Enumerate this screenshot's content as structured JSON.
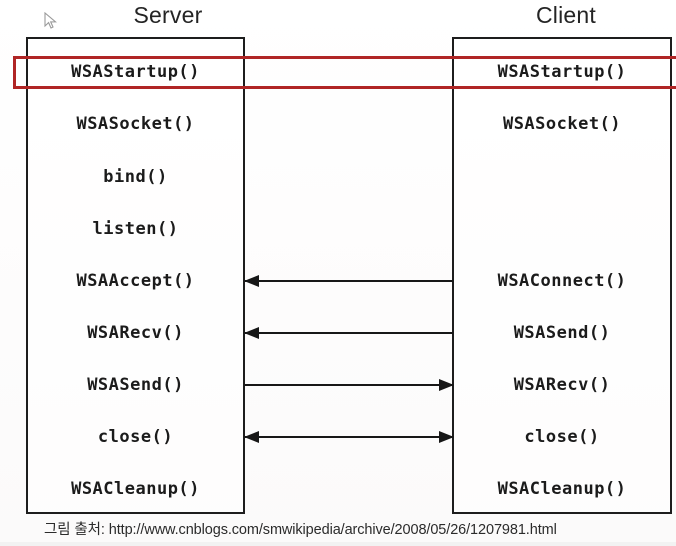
{
  "diagram": {
    "columns": [
      {
        "id": "server",
        "title": "Server"
      },
      {
        "id": "client",
        "title": "Client"
      }
    ],
    "server_calls": [
      "WSAStartup()",
      "WSASocket()",
      "bind()",
      "listen()",
      "WSAAccept()",
      "WSARecv()",
      "WSASend()",
      "close()",
      "WSACleanup()"
    ],
    "client_calls": [
      "WSAStartup()",
      "WSASocket()",
      "",
      "",
      "WSAConnect()",
      "WSASend()",
      "WSARecv()",
      "close()",
      "WSACleanup()"
    ],
    "arrows": [
      {
        "row": 4,
        "direction": "left",
        "from": "WSAConnect()",
        "to": "WSAAccept()"
      },
      {
        "row": 5,
        "direction": "left",
        "from": "WSASend()",
        "to": "WSARecv()"
      },
      {
        "row": 6,
        "direction": "right",
        "from": "WSASend()",
        "to": "WSARecv()"
      },
      {
        "row": 7,
        "direction": "both",
        "from": "close()",
        "to": "close()"
      }
    ],
    "highlight": {
      "label": "WSAStartup()",
      "color": "#b02525"
    }
  },
  "caption": {
    "text": "그림 출처: http://www.cnblogs.com/smwikipedia/archive/2008/05/26/1207981.html"
  },
  "cursor": {
    "name": "mouse-pointer"
  },
  "colors": {
    "box_border": "#1d1d1d",
    "arrow": "#171717",
    "highlight_red": "#b02525",
    "text": "#1b1b1b",
    "background": "#fefdfd"
  }
}
